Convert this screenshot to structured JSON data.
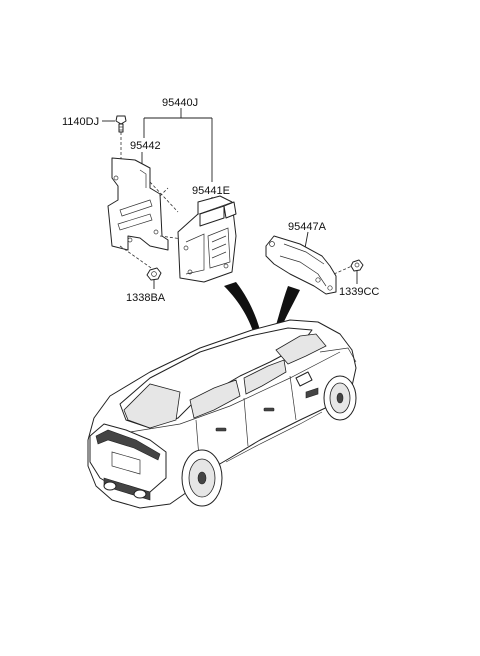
{
  "parts": [
    {
      "id": "p95440J",
      "number": "95440J"
    },
    {
      "id": "p1140DJ",
      "number": "1140DJ"
    },
    {
      "id": "p95442",
      "number": "95442"
    },
    {
      "id": "p95441E",
      "number": "95441E"
    },
    {
      "id": "p95447A",
      "number": "95447A"
    },
    {
      "id": "p1338BA",
      "number": "1338BA"
    },
    {
      "id": "p1339CC",
      "number": "1339CC"
    }
  ],
  "labels": {
    "assembly": "95440J",
    "bolt": "1140DJ",
    "bracket": "95442",
    "module": "95441E",
    "side_bracket": "95447A",
    "nut_left": "1338BA",
    "nut_right": "1339CC"
  }
}
